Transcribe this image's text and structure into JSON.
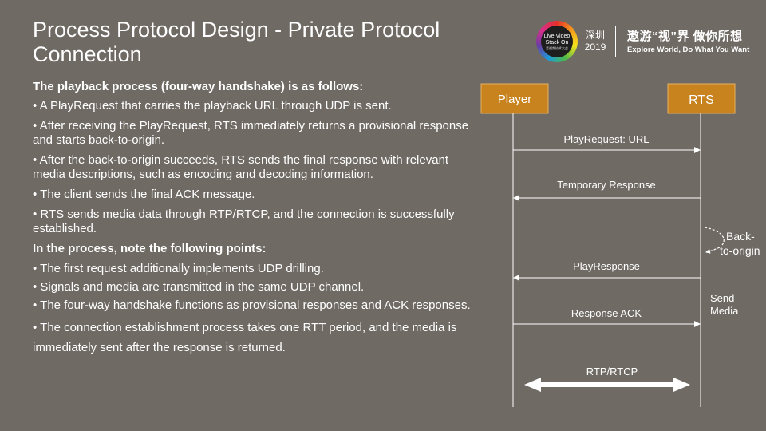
{
  "slide": {
    "title": "Process Protocol Design - Private Protocol Connection"
  },
  "brand": {
    "logo_line1": "Live Video",
    "logo_line2": "Stack On",
    "logo_small": "音视频技术大会",
    "event_city": "深圳",
    "event_year": "2019",
    "slogan_cn": "遨游“视”界 做你所想",
    "slogan_en": "Explore World, Do What You Want"
  },
  "content": {
    "heading1": "The playback process (four-way handshake) is as follows:",
    "steps": [
      "A PlayRequest that carries the playback URL through UDP is sent.",
      "After receiving the PlayRequest, RTS immediately returns a provisional response and starts back-to-origin.",
      "After the back-to-origin succeeds, RTS sends the final response with relevant media descriptions, such as encoding and decoding information.",
      "The client sends the final ACK message.",
      "RTS sends media data through RTP/RTCP, and the connection is successfully established."
    ],
    "heading2": "In the process, note the following points:",
    "notes": [
      "The first request additionally implements UDP drilling.",
      "Signals and media are transmitted in the same UDP channel.",
      "The four-way handshake functions as provisional responses and ACK responses.",
      "The connection establishment process takes one RTT period, and the media is immediately sent after the response is returned."
    ]
  },
  "diagram": {
    "box_color": "#c8831f",
    "participants": [
      "Player",
      "RTS"
    ],
    "messages": [
      {
        "label": "PlayRequest: URL",
        "direction": "to-rts"
      },
      {
        "label": "Temporary Response",
        "direction": "to-player"
      },
      {
        "label": "PlayResponse",
        "direction": "to-player"
      },
      {
        "label": "Response ACK",
        "direction": "to-rts"
      },
      {
        "label": "RTP/RTCP",
        "direction": "both"
      }
    ],
    "back_to_origin_line1": "Back-",
    "back_to_origin_line2": "to-origin",
    "send_media_line1": "Send",
    "send_media_line2": "Media"
  }
}
